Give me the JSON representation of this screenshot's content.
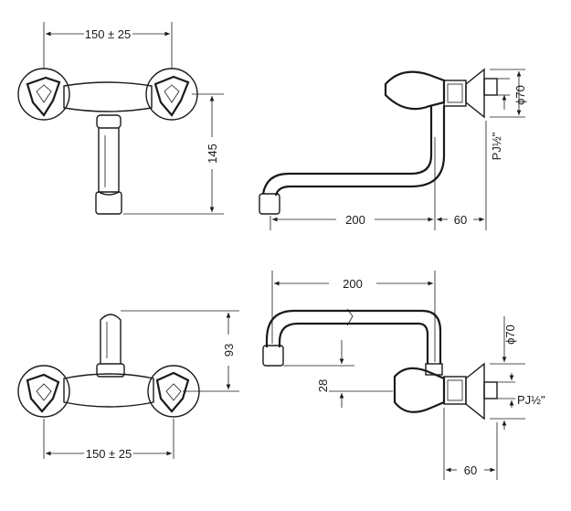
{
  "views": {
    "top_front": {
      "width_dim": "150 ± 25",
      "height_dim": "145"
    },
    "top_side": {
      "reach_dim": "200",
      "offset_dim": "60",
      "rosette_dim": "ϕ70",
      "thread_dim": "PJ½\""
    },
    "bottom_front": {
      "width_dim": "150 ± 25",
      "height_dim": "93"
    },
    "bottom_side": {
      "reach_dim": "200",
      "offset_dim": "60",
      "rosette_dim": "ϕ70",
      "thread_dim": "PJ½\"",
      "drop_dim": "28"
    }
  },
  "colors": {
    "line": "#1a1a1a",
    "background": "#ffffff"
  }
}
